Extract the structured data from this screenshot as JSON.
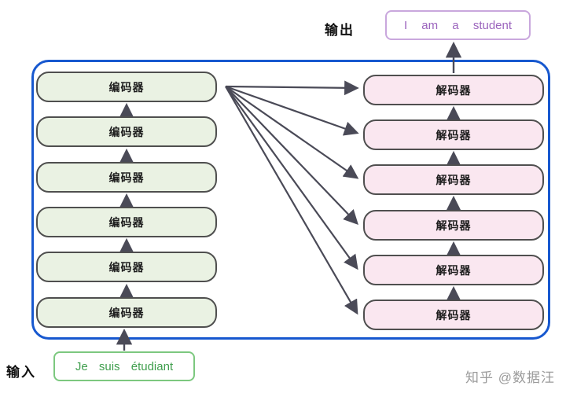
{
  "diagram": {
    "title_semantics": "transformer-encoder-decoder-stack",
    "output_label": "输出",
    "input_label": "输入",
    "output_box": {
      "text": "I am a student"
    },
    "input_box": {
      "text": "Je suis étudiant"
    },
    "watermark": "知乎 @数据汪"
  },
  "encoders": [
    {
      "label": "编码器"
    },
    {
      "label": "编码器"
    },
    {
      "label": "编码器"
    },
    {
      "label": "编码器"
    },
    {
      "label": "编码器"
    },
    {
      "label": "编码器"
    }
  ],
  "decoders": [
    {
      "label": "解码器"
    },
    {
      "label": "解码器"
    },
    {
      "label": "解码器"
    },
    {
      "label": "解码器"
    },
    {
      "label": "解码器"
    },
    {
      "label": "解码器"
    }
  ],
  "colors": {
    "container_border": "#1758cf",
    "encoder_fill": "#eaf2e3",
    "decoder_fill": "#fae7f0",
    "box_border": "#4f4f4f",
    "arrow": "#4a4a57",
    "output_text": "#9b64bd",
    "output_border": "#c9a7dd",
    "input_text": "#3f9e4d",
    "input_border": "#7cc87f",
    "watermark_text": "#9b9b9b"
  }
}
